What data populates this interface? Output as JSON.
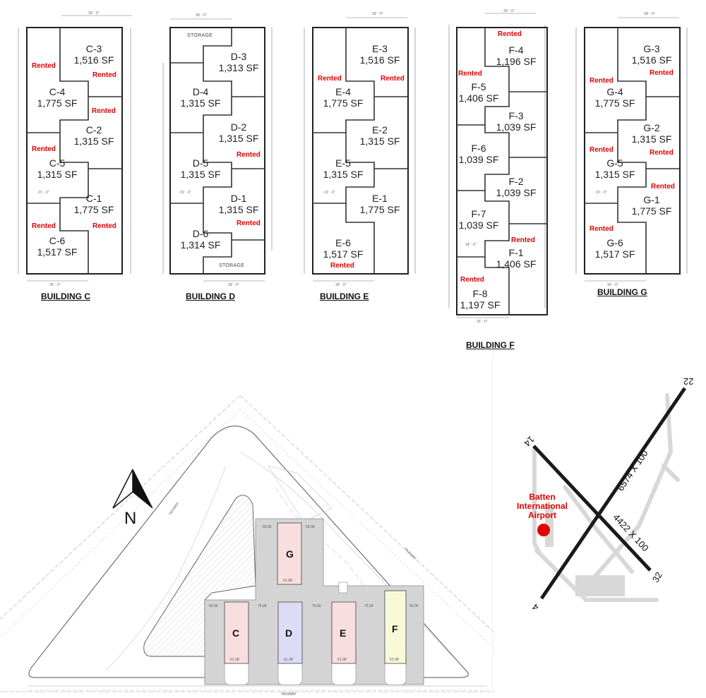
{
  "rented_label": "Rented",
  "colors": {
    "rented": "#e00000",
    "bldg_c": "#f8dede",
    "bldg_d": "#dcdcf6",
    "bldg_e": "#f8dede",
    "bldg_f": "#f9f9d8",
    "bldg_g": "#f8dede",
    "pavement": "#d4d4d4",
    "runway": "#1a1a1a",
    "airport_dot": "#e00000"
  },
  "floor_plans": [
    {
      "id": "C",
      "title": "BUILDING C",
      "units": [
        {
          "name": "C-3",
          "sf": "1,516 SF",
          "rented": true
        },
        {
          "name": "C-4",
          "sf": "1,775 SF",
          "rented": true
        },
        {
          "name": "C-2",
          "sf": "1,315 SF",
          "rented": true
        },
        {
          "name": "C-5",
          "sf": "1,315 SF",
          "rented": true
        },
        {
          "name": "C-1",
          "sf": "1,775 SF",
          "rented": true
        },
        {
          "name": "C-6",
          "sf": "1,517 SF",
          "rented": true
        }
      ],
      "dims": {
        "top": "39' - 0\"",
        "mid": "21' - 0\"",
        "bottom": "39' - 0\""
      }
    },
    {
      "id": "D",
      "title": "BUILDING D",
      "units": [
        {
          "name": "D-3",
          "sf": "1,313 SF",
          "rented": false
        },
        {
          "name": "D-4",
          "sf": "1,315 SF",
          "rented": false
        },
        {
          "name": "D-2",
          "sf": "1,315 SF",
          "rented": true
        },
        {
          "name": "D-5",
          "sf": "1,315 SF",
          "rented": false
        },
        {
          "name": "D-1",
          "sf": "1,315 SF",
          "rented": true
        },
        {
          "name": "D-6",
          "sf": "1,314 SF",
          "rented": false
        }
      ],
      "storage": "STORAGE",
      "dims": {
        "top": "39' - 0\"",
        "mid": "21' - 0\"",
        "bottom": "39' - 0\""
      }
    },
    {
      "id": "E",
      "title": "BUILDING E",
      "units": [
        {
          "name": "E-3",
          "sf": "1,516 SF",
          "rented": true
        },
        {
          "name": "E-4",
          "sf": "1,775 SF",
          "rented": true
        },
        {
          "name": "E-2",
          "sf": "1,315 SF",
          "rented": false
        },
        {
          "name": "E-5",
          "sf": "1,315 SF",
          "rented": false
        },
        {
          "name": "E-1",
          "sf": "1,775 SF",
          "rented": false
        },
        {
          "name": "E-6",
          "sf": "1,517 SF",
          "rented": true
        }
      ],
      "dims": {
        "top": "39' - 0\"",
        "mid": "21' - 0\"",
        "bottom": "39' - 0\""
      }
    },
    {
      "id": "F",
      "title": "BUILDING F",
      "units": [
        {
          "name": "F-4",
          "sf": "1,196 SF",
          "rented": true
        },
        {
          "name": "F-5",
          "sf": "1,406 SF",
          "rented": true
        },
        {
          "name": "F-3",
          "sf": "1,039 SF",
          "rented": false
        },
        {
          "name": "F-6",
          "sf": "1,039 SF",
          "rented": false
        },
        {
          "name": "F-2",
          "sf": "1,039 SF",
          "rented": false
        },
        {
          "name": "F-7",
          "sf": "1,039 SF",
          "rented": false
        },
        {
          "name": "F-1",
          "sf": "1,406 SF",
          "rented": true
        },
        {
          "name": "F-8",
          "sf": "1,197 SF",
          "rented": true
        }
      ],
      "dims": {
        "top": "33' - 0\"",
        "mid": "18' - 0\"",
        "bottom": "33' - 0\""
      }
    },
    {
      "id": "G",
      "title": "BUILDING G",
      "units": [
        {
          "name": "G-3",
          "sf": "1,516 SF",
          "rented": true
        },
        {
          "name": "G-4",
          "sf": "1,775 SF",
          "rented": true
        },
        {
          "name": "G-2",
          "sf": "1,315 SF",
          "rented": true
        },
        {
          "name": "G-5",
          "sf": "1,315 SF",
          "rented": true
        },
        {
          "name": "G-1",
          "sf": "1,775 SF",
          "rented": true
        },
        {
          "name": "G-6",
          "sf": "1,517 SF",
          "rented": true
        }
      ],
      "dims": {
        "top": "39' - 0\"",
        "mid": "21' - 0\"",
        "bottom": "39' - 0\""
      }
    }
  ],
  "site_plan": {
    "north_label": "N",
    "taxiway_label": "TAXIWAY",
    "buildings": [
      {
        "id": "G",
        "width_label": "61.08'"
      },
      {
        "id": "C",
        "width_label": "61.08'"
      },
      {
        "id": "D",
        "width_label": "61.08'"
      },
      {
        "id": "E",
        "width_label": "61.08'"
      },
      {
        "id": "F",
        "width_label": "52.08'"
      }
    ],
    "spacing_labels": {
      "g_left": "50.00",
      "g_right": "50.00",
      "c_left": "50.00",
      "cd": "75.00",
      "de": "75.00",
      "ef": "75.00",
      "f_right": "50.00"
    }
  },
  "airport_map": {
    "airport_name_line1": "Batten",
    "airport_name_line2": "International",
    "airport_name_line3": "Airport",
    "runway_a": {
      "label": "6574 X 100",
      "end1": "4",
      "end2": "22"
    },
    "runway_b": {
      "label": "4422 X 100",
      "end1": "14",
      "end2": "32"
    }
  }
}
